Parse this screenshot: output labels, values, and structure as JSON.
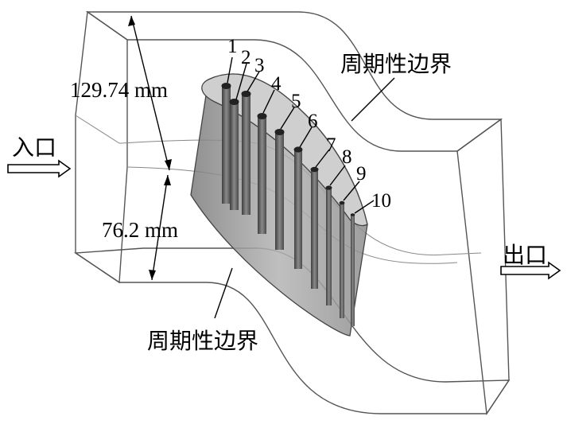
{
  "diagram": {
    "dimension_height_upper": "129.74 mm",
    "dimension_height_lower": "76.2 mm",
    "inlet_label": "入口",
    "outlet_label": "出口",
    "periodic_boundary_top": "周期性边界",
    "periodic_boundary_bottom": "周期性边界",
    "hole_labels": [
      "1",
      "2",
      "3",
      "4",
      "5",
      "6",
      "7",
      "8",
      "9",
      "10"
    ],
    "colors": {
      "blade_fill": "#9a9a9a",
      "tube_fill": "#5e5e5e",
      "edge_stroke": "#555555",
      "text": "#000000"
    }
  }
}
